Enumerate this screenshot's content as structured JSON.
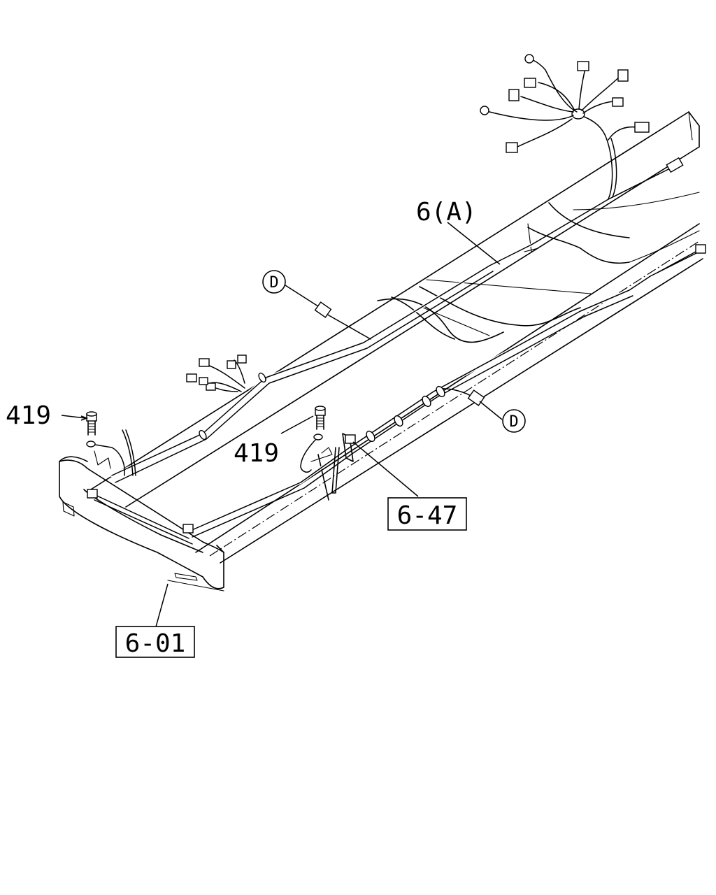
{
  "callouts": {
    "harness_label": "6(A)",
    "bolt_left_label": "419",
    "bolt_right_label": "419",
    "bumper_part_label": "6-01",
    "bracket_part_label": "6-47",
    "connection_marker_top": "D",
    "connection_marker_right": "D"
  }
}
